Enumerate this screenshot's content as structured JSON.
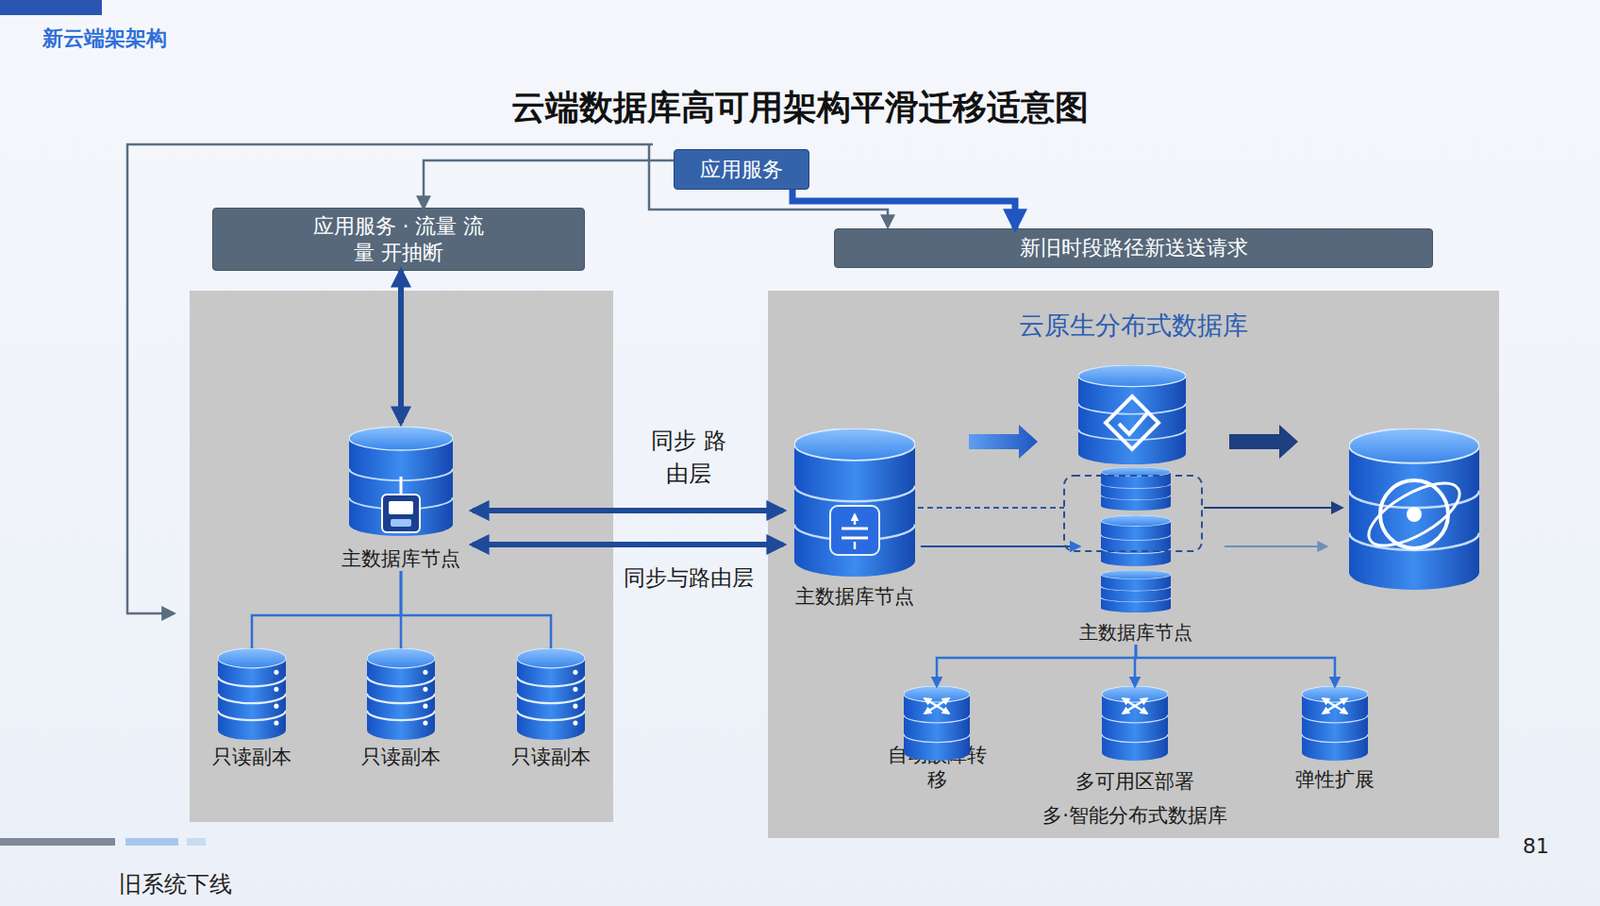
{
  "diagram": {
    "title": "云端数据库高可用架构平滑迁移适意图",
    "nodes": [
      {
        "text": [
          "应用服务"
        ]
      },
      {
        "text": [
          "应用服务 · 流量 流量 开抽断"
        ]
      },
      {
        "text": [
          "新旧时段路径新送送请求"
        ]
      },
      {
        "text": [
          "主数据库节点"
        ]
      },
      {
        "text": [
          "只读副本"
        ]
      },
      {
        "text": [
          "只读副本"
        ]
      },
      {
        "text": [
          "只读副本"
        ]
      },
      {
        "text": [
          "云原生分布式数据库"
        ]
      },
      {
        "text": [
          "主数据库节点"
        ],
        "in": 7
      },
      {
        "text": [
          "主数据库节点"
        ],
        "in": 7
      },
      {
        "text": [
          "自动故障转移"
        ],
        "in": 7
      },
      {
        "text": [
          "多可用区部署",
          "多·智能分布式数据库"
        ],
        "in": 7
      },
      {
        "text": [
          "弹性扩展"
        ],
        "in": 7
      }
    ],
    "edges": [
      {
        "from": 0,
        "to": 1,
        "arrow": "to"
      },
      {
        "from": 0,
        "to": 2,
        "arrow": "to"
      },
      {
        "from": 1,
        "to": 3,
        "arrow": "both"
      },
      {
        "from": 3,
        "to": 4,
        "arrow": "none"
      },
      {
        "from": 3,
        "to": 5,
        "arrow": "none"
      },
      {
        "from": 3,
        "to": 6,
        "arrow": "none"
      },
      {
        "from": 3,
        "to": 8,
        "arrow": "both",
        "label": "同步 路由层"
      },
      {
        "from": 3,
        "to": 8,
        "arrow": "both",
        "label": "同步与路由层"
      },
      {
        "from": 8,
        "to": 9,
        "arrow": "to"
      },
      {
        "from": 9,
        "to": 10,
        "arrow": "to"
      },
      {
        "from": 9,
        "to": 11,
        "arrow": "to"
      },
      {
        "from": 9,
        "to": 12,
        "arrow": "to"
      }
    ],
    "labels": [
      "新云端架架构",
      "81",
      "旧系统下线"
    ]
  }
}
